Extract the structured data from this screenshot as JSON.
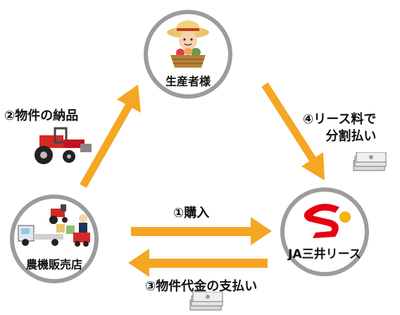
{
  "nodes": {
    "producer": {
      "label": "生産者様"
    },
    "dealer": {
      "label": "農機販売店"
    },
    "lessor": {
      "label": "JA三井リース"
    }
  },
  "flows": {
    "delivery": "②物件の納品",
    "purchase": "①購入",
    "payment": "③物件代金の支払い",
    "lease_line1": "④リース料で",
    "lease_line2": "分割払い"
  },
  "colors": {
    "arrow": "#f5a623",
    "circle_border": "#9c9c9c",
    "ja_red": "#e60012",
    "ja_yellow": "#f5b400"
  }
}
